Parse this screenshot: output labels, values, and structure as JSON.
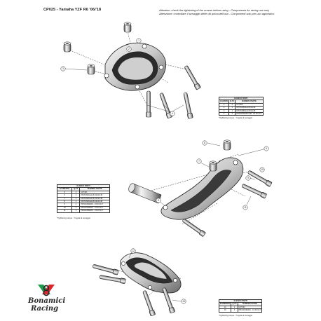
{
  "header": {
    "title": "CP025 - Yamaha YZF R6 '06/'18",
    "note_en": "Attention: check the tightening of the screws before using - Components for racing use only",
    "note_it": "Attenzione: controllare il serraggio delle viti prima dell'uso - Componenti solo per uso agonistico"
  },
  "table1": {
    "title": "ELENCO PARTI",
    "headers": [
      "CLIENTE",
      "Q.TÀ",
      "NUMERO PARTE"
    ],
    "rows": [
      [
        "1",
        "1",
        "C27400"
      ],
      [
        "2",
        "1",
        "DISTANZIALE 8x10x13"
      ],
      [
        "3",
        "1",
        "DISTANZIALE 8x10x25"
      ],
      [
        "4",
        "4",
        "PRIGIONIERO M8 - 20.00 Nm*"
      ]
    ],
    "footnote": "*Tightening torque - *coppia di serraggio"
  },
  "table2": {
    "title": "ELENCO PARTI",
    "headers": [
      "ELEMENTO",
      "Q.TÀ",
      "NUMERO PARTE"
    ],
    "rows": [
      [
        "5",
        "1",
        "C27401"
      ],
      [
        "6",
        "1",
        "DISTANZIALE 8x10x22.48"
      ],
      [
        "7",
        "1",
        "DISTANZIALE 8x10x32.48"
      ],
      [
        "8",
        "1",
        "DISTANZIALE 8x10x24.48"
      ],
      [
        "9",
        "1",
        "PRIGIONIERO - 15.00 Nm*"
      ],
      [
        "10",
        "1",
        "PRIGIONIERO - 15.00 Nm*"
      ],
      [
        "11",
        "1",
        "PRIGIONIERO - 15.00 Nm*"
      ]
    ],
    "footnote": "*Tightening torque - *coppia di serraggio"
  },
  "table3": {
    "title": "ELENCO PARTI",
    "headers": [
      "ELEMENTO",
      "Q.TÀ",
      "NUMERO PARTE"
    ],
    "rows": [
      [
        "12",
        "1",
        "C27402"
      ],
      [
        "13",
        "4",
        "PRIGIONIERO - 10.00 Nm*"
      ]
    ],
    "footnote": "*Tightening torque - *coppia di serraggio"
  },
  "callouts": [
    "1",
    "2",
    "3",
    "4",
    "5",
    "6",
    "7",
    "8",
    "9",
    "10",
    "11",
    "12",
    "13"
  ],
  "logo": {
    "line1": "Bonamici",
    "line2": "Racing",
    "colors": {
      "green": "#1f9a4a",
      "red": "#d8262c",
      "dark": "#2a2a2a"
    }
  },
  "colors": {
    "line": "#222222",
    "metal_light": "#f2f2f2",
    "metal_mid": "#bdbdbd",
    "metal_dark": "#555555"
  }
}
